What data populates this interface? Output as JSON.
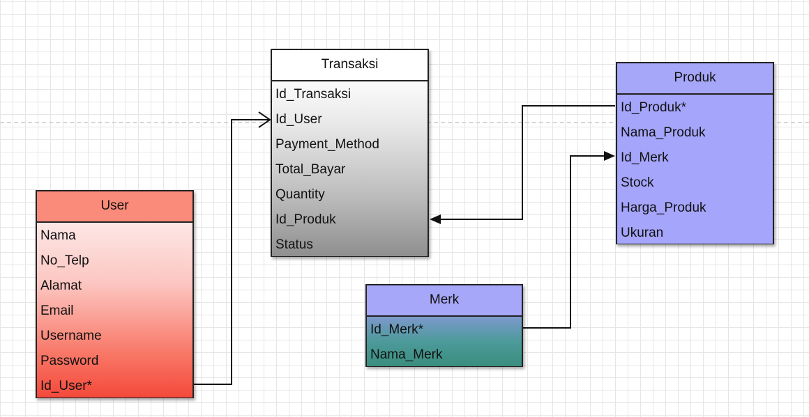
{
  "colors": {
    "user_header": "#fa8a7a",
    "user_body_bottom": "#f4493a",
    "transaksi_header": "#ffffff",
    "transaksi_body_bottom": "#8f8f8f",
    "produk": "#a5a5fb",
    "merk_header": "#a6a7f8",
    "merk_body_bottom": "#3a8e7e",
    "line": "#111111"
  },
  "tables": {
    "user": {
      "title": "User",
      "fields": [
        "Nama",
        "No_Telp",
        "Alamat",
        "Email",
        "Username",
        "Password",
        "Id_User*"
      ]
    },
    "transaksi": {
      "title": "Transaksi",
      "fields": [
        "Id_Transaksi",
        "Id_User",
        "Payment_Method",
        "Total_Bayar",
        "Quantity",
        "Id_Produk",
        "Status"
      ]
    },
    "produk": {
      "title": "Produk",
      "fields": [
        "Id_Produk*",
        "Nama_Produk",
        "Id_Merk",
        "Stock",
        "Harga_Produk",
        "Ukuran"
      ]
    },
    "merk": {
      "title": "Merk",
      "fields": [
        "Id_Merk*",
        "Nama_Merk"
      ]
    }
  },
  "relations": [
    {
      "from": "User.Id_User*",
      "to": "Transaksi.Id_User",
      "arrow": "open"
    },
    {
      "from": "Produk.Id_Produk*",
      "to": "Transaksi.Id_Produk",
      "arrow": "filled"
    },
    {
      "from": "Merk.Id_Merk*",
      "to": "Produk.Id_Merk",
      "arrow": "filled"
    }
  ]
}
